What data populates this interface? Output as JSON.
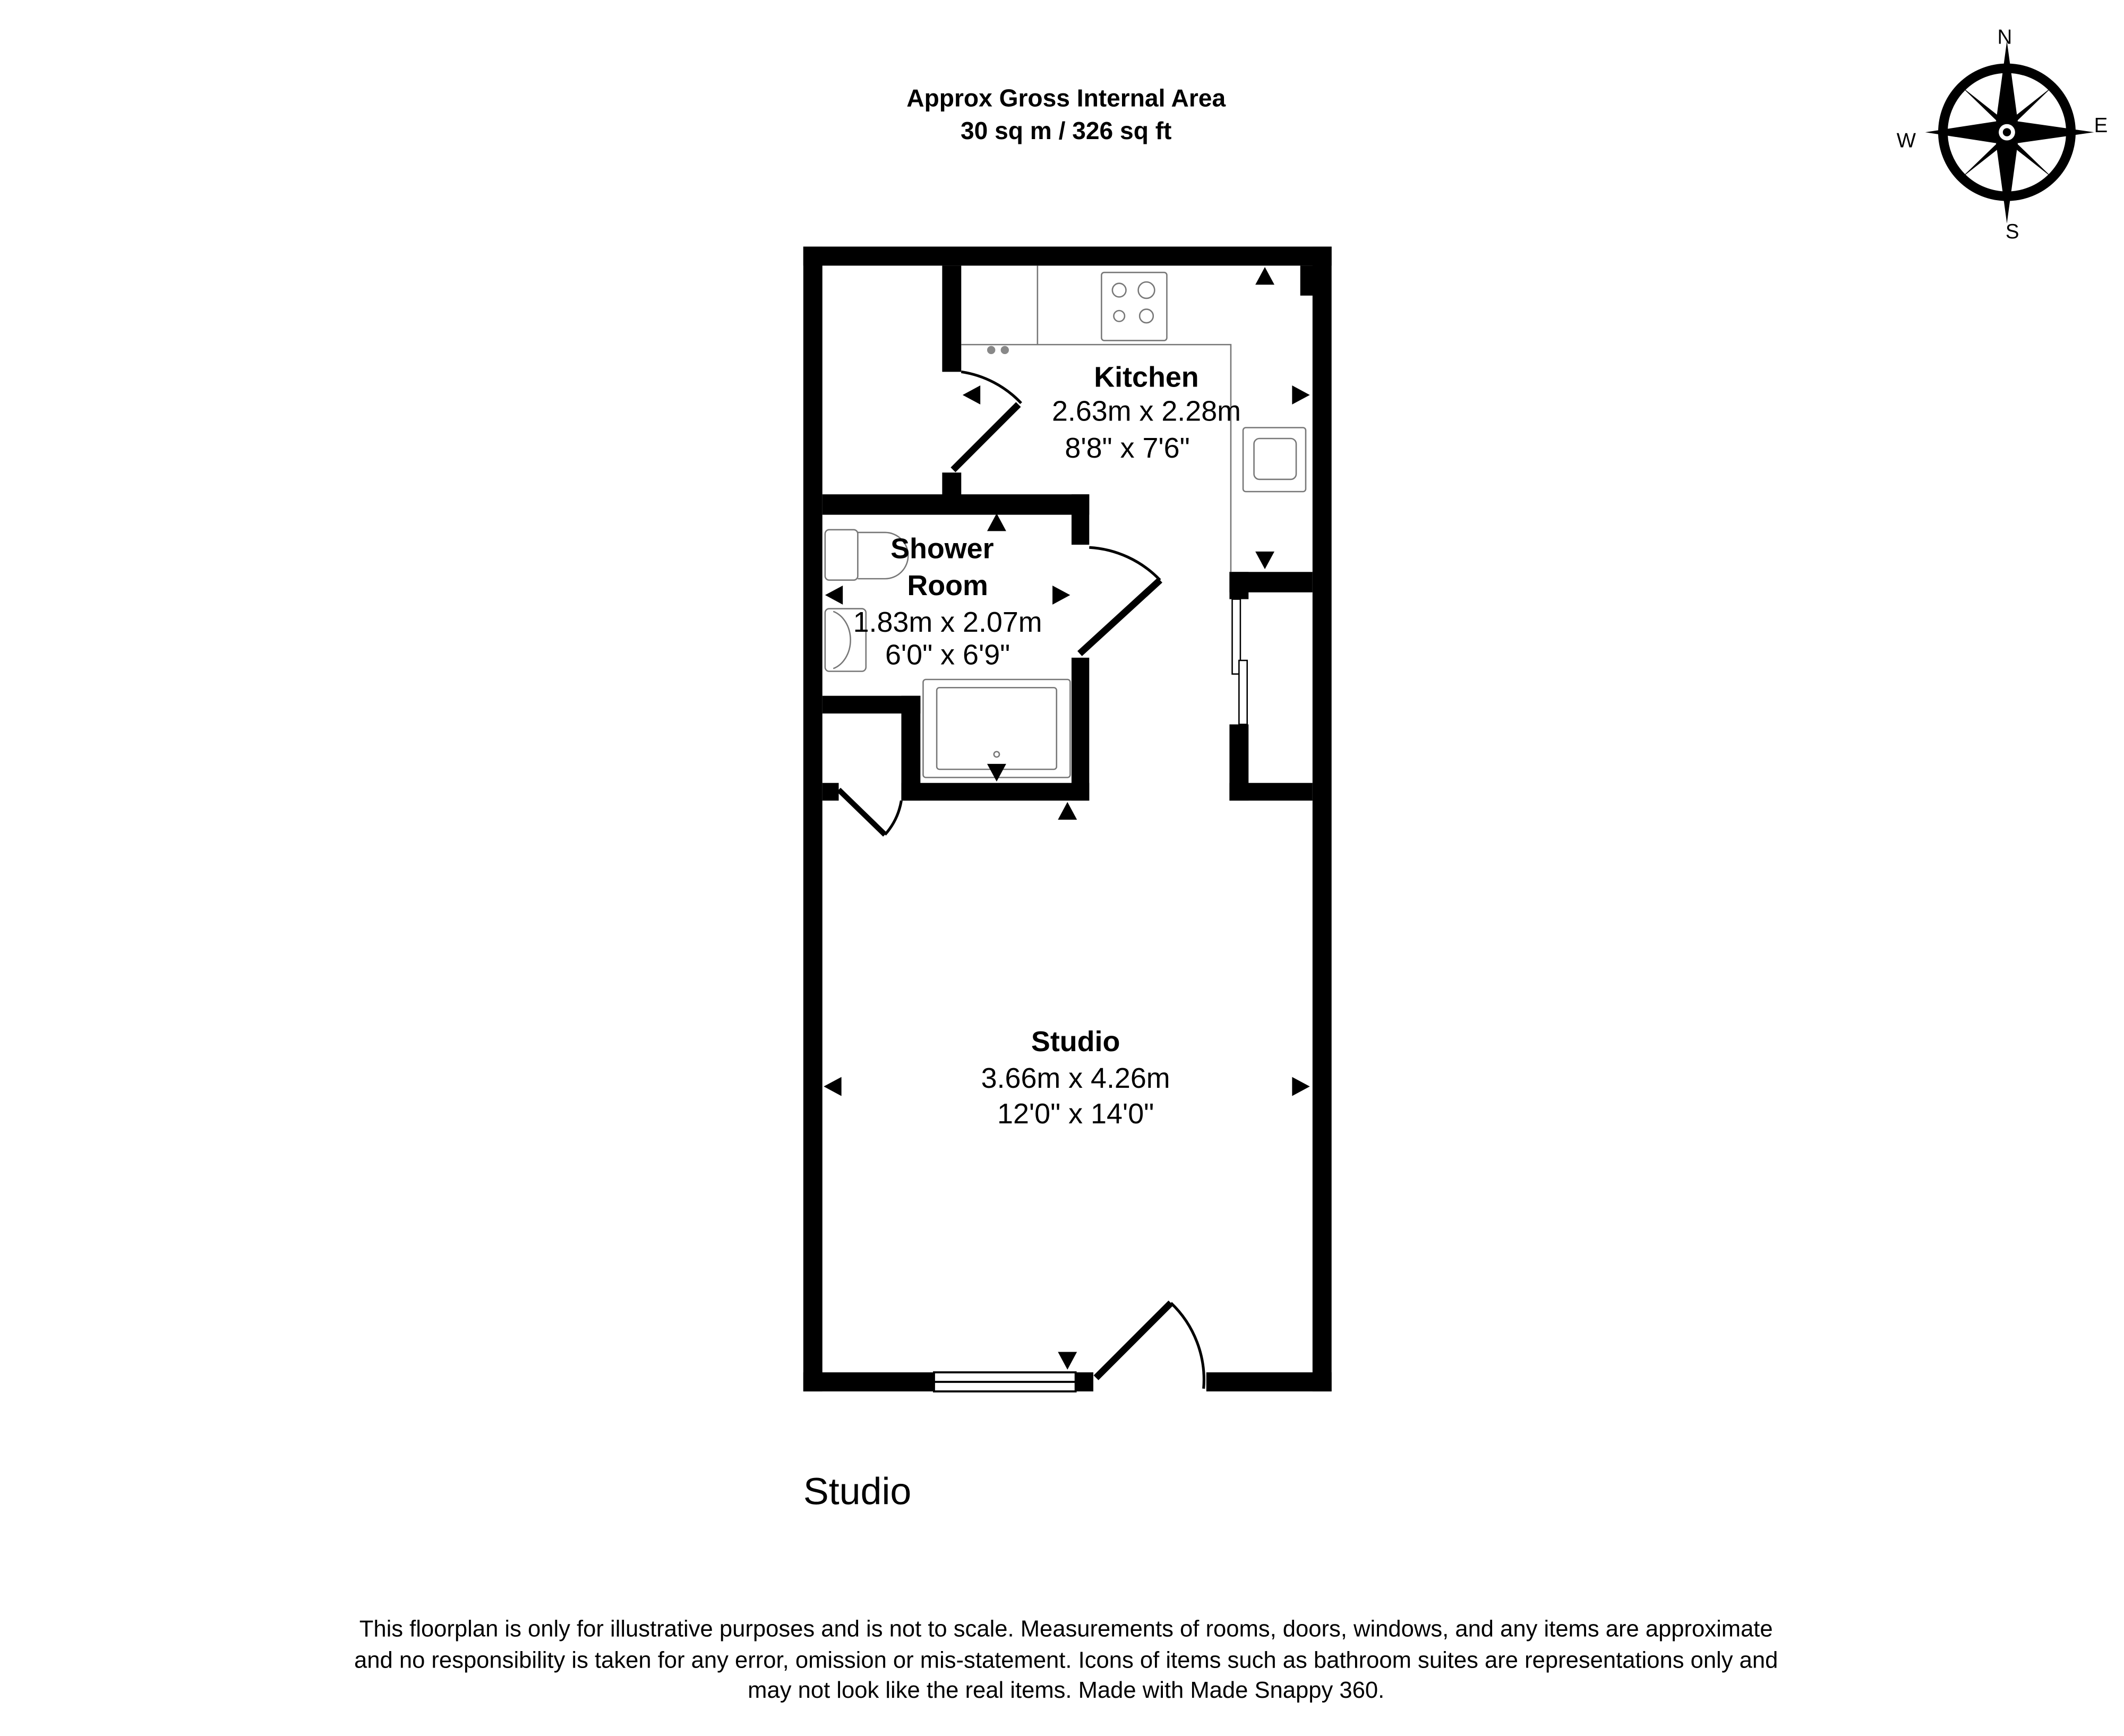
{
  "header": {
    "line1": "Approx Gross Internal Area",
    "line2": "30 sq m / 326 sq ft"
  },
  "compass": {
    "n": "N",
    "e": "E",
    "s": "S",
    "w": "W"
  },
  "rooms": {
    "kitchen": {
      "name": "Kitchen",
      "metric": "2.63m x 2.28m",
      "imperial": "8'8\" x 7'6\""
    },
    "shower": {
      "name1": "Shower",
      "name2": "Room",
      "metric": "1.83m x 2.07m",
      "imperial": "6'0\" x 6'9\""
    },
    "studio": {
      "name": "Studio",
      "metric": "3.66m x 4.26m",
      "imperial": "12'0\" x 14'0\""
    }
  },
  "floor_label": "Studio",
  "disclaimer": [
    "This floorplan is only for illustrative purposes and is not to scale. Measurements of rooms, doors, windows, and any items are approximate",
    "and no responsibility is taken for any error, omission or mis-statement. Icons of items such as bathroom suites are representations only and",
    "may not look like the real items. Made with Made Snappy 360."
  ]
}
